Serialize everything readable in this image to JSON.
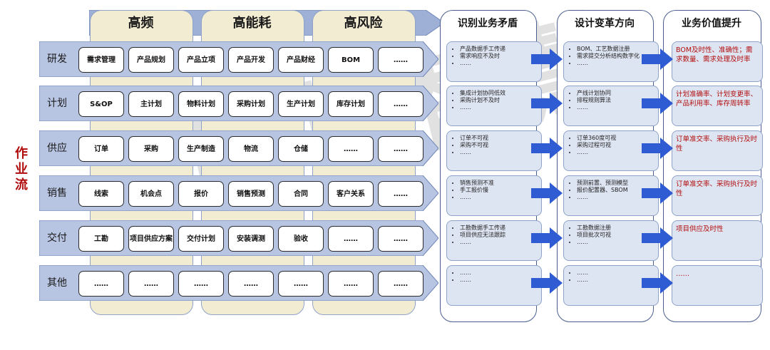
{
  "watermark": "传世智慧",
  "side_label": "作业流",
  "top_columns": [
    "高频",
    "高能耗",
    "高风险"
  ],
  "rows": [
    {
      "label": "研发",
      "cells": [
        "需求管理",
        "产品规划",
        "产品立项",
        "产品开发",
        "产品财经",
        "BOM",
        "……"
      ]
    },
    {
      "label": "计划",
      "cells": [
        "S&OP",
        "主计划",
        "物料计划",
        "采购计划",
        "生产计划",
        "库存计划",
        "……"
      ]
    },
    {
      "label": "供应",
      "cells": [
        "订单",
        "采购",
        "生产制造",
        "物流",
        "仓储",
        "……",
        "……"
      ]
    },
    {
      "label": "销售",
      "cells": [
        "线索",
        "机会点",
        "报价",
        "销售预测",
        "合同",
        "客户关系",
        "……"
      ]
    },
    {
      "label": "交付",
      "cells": [
        "工勘",
        "项目供应方案",
        "交付计划",
        "安装调测",
        "验收",
        "……",
        "……"
      ]
    },
    {
      "label": "其他",
      "cells": [
        "……",
        "……",
        "……",
        "……",
        "……",
        "……",
        "……"
      ]
    }
  ],
  "right_columns": [
    {
      "title": "识别业务矛盾",
      "boxes": [
        [
          "产品数据手工传递",
          "需求响应不及时",
          "……"
        ],
        [
          "集成计划协同低效",
          "采购计划不及时",
          "……"
        ],
        [
          "订单不可视",
          "采购不可视",
          "……"
        ],
        [
          "销售预测不准",
          "手工报价慢",
          "……"
        ],
        [
          "工勘数据手工传递",
          "项目供应无法跟踪",
          "……"
        ],
        [
          "……",
          "……"
        ]
      ]
    },
    {
      "title": "设计变革方向",
      "boxes": [
        [
          "BOM、工艺数据注册",
          "需求提交分析结构数字化",
          "……"
        ],
        [
          "产线计划协同",
          "排程规则算法",
          "……"
        ],
        [
          "订单360度可视",
          "采购过程可视",
          "……"
        ],
        [
          "预测前置、预测模型",
          "报价配置器、SBOM",
          "……"
        ],
        [
          "工勘数据注册",
          "项目批次可视",
          "……"
        ],
        [
          "……",
          "……"
        ]
      ]
    },
    {
      "title": "业务价值提升",
      "boxes": [
        "BOM及时性、准确性；需求数量、需求处理及时率",
        "计划准确率、计划变更率、产品利用率、库存周转率",
        "订单准交率、采购执行及时性",
        "订单准交率、采购执行及时性",
        "项目供应及时性",
        "……"
      ]
    }
  ]
}
